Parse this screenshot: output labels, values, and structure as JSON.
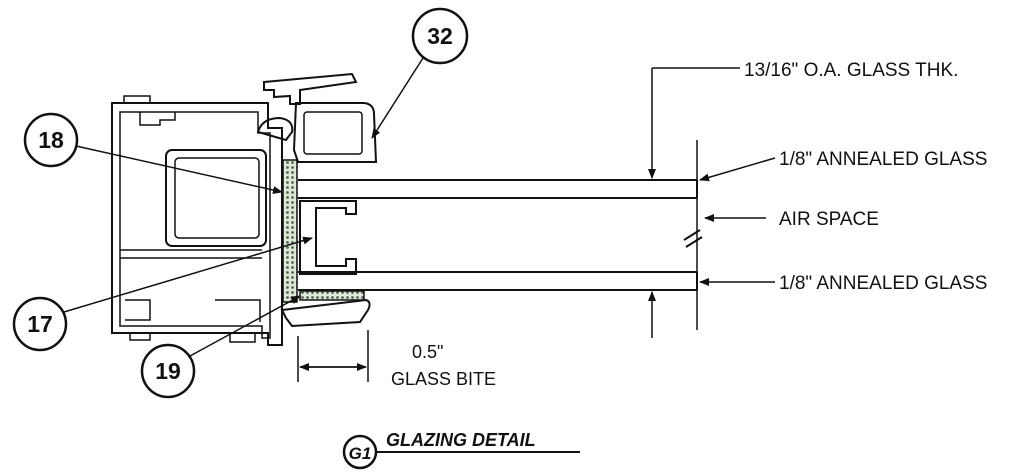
{
  "callouts": {
    "c32": "32",
    "c18": "18",
    "c17": "17",
    "c19": "19"
  },
  "labels": {
    "overall_thickness": "13/16\" O.A. GLASS THK.",
    "glass_top": "1/8\" ANNEALED GLASS",
    "air_space": "AIR SPACE",
    "glass_bottom": "1/8\" ANNEALED GLASS",
    "bite_value": "0.5\"",
    "bite_label": "GLASS BITE"
  },
  "detail": {
    "tag": "G1",
    "title": "GLAZING DETAIL"
  },
  "colors": {
    "line": "#111111",
    "setting_block": "#8fa88a"
  }
}
